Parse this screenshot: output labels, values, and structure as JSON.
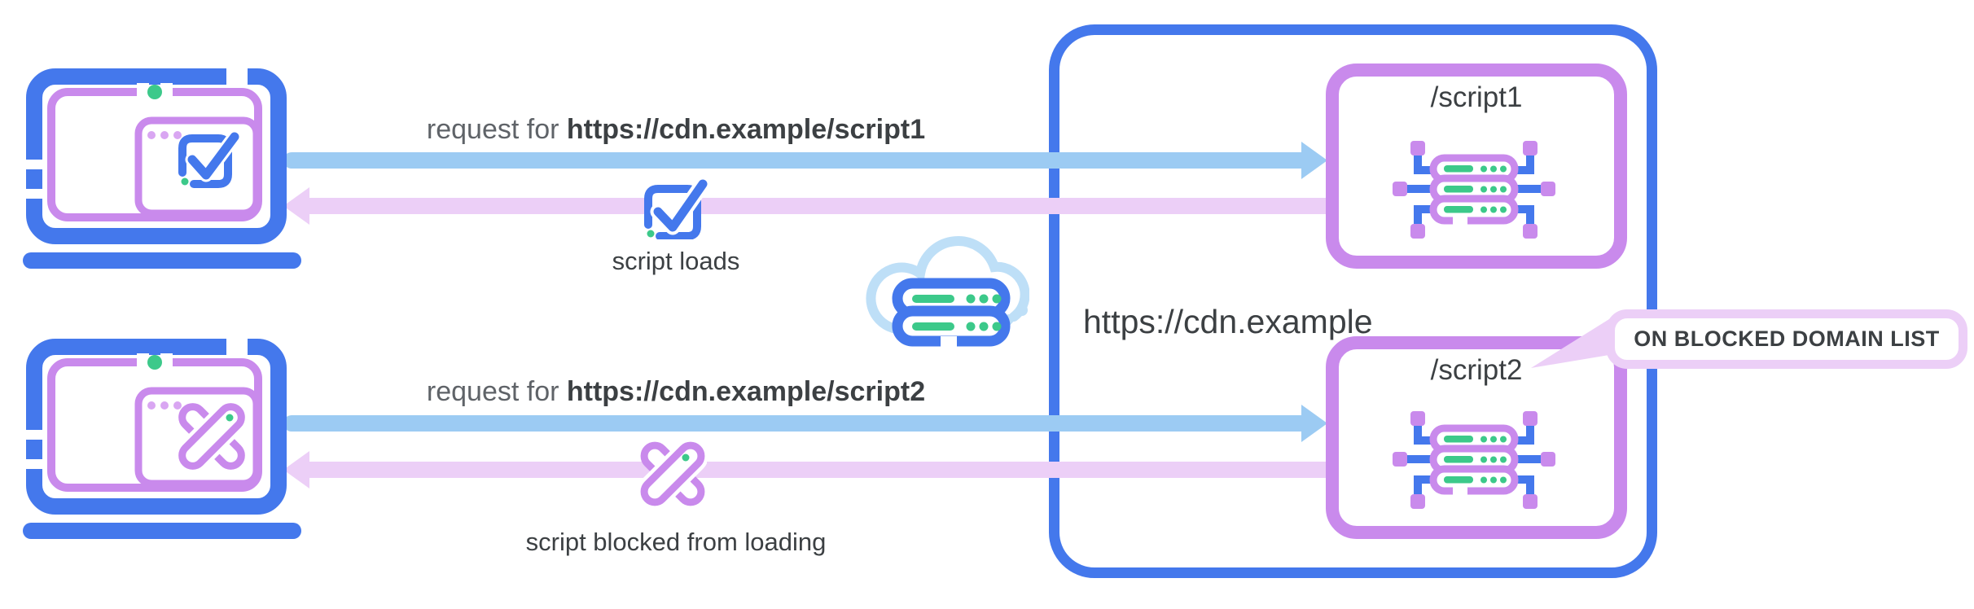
{
  "colors": {
    "blue": "#4478EC",
    "light_blue": "#9CCBF3",
    "cloud_blue": "#BEDFF7",
    "purple": "#C98AEC",
    "purple_soft": "#D9A6F2",
    "lavender": "#ECCFF7",
    "green": "#3CC98A",
    "text": "#3C4043",
    "text_soft": "#5F6368"
  },
  "flows": {
    "allowed": {
      "request_prefix": "request for ",
      "request_url": "https://cdn.example/script1",
      "result": "script loads"
    },
    "blocked": {
      "request_prefix": "request for ",
      "request_url": "https://cdn.example/script2",
      "result": "script blocked from loading"
    }
  },
  "cdn": {
    "domain": "https://cdn.example",
    "endpoints": [
      {
        "label": "/script1"
      },
      {
        "label": "/script2"
      }
    ]
  },
  "callout": {
    "text": "ON BLOCKED DOMAIN LIST"
  }
}
